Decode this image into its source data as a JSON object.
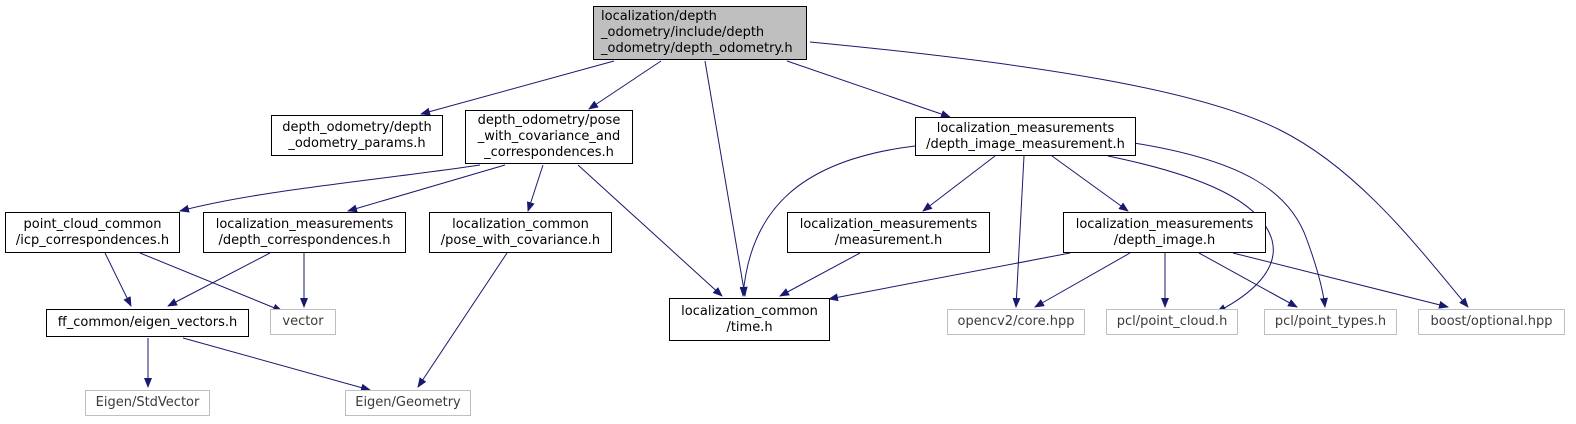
{
  "colors": {
    "edge": "#191970",
    "node_border": "#000000",
    "ext_border": "#bfbfbf",
    "root_fill": "#bfbfbf"
  },
  "nodes": {
    "root": [
      "localization/depth",
      "_odometry/include/depth",
      "_odometry/depth_odometry.h"
    ],
    "params": [
      "depth_odometry/depth",
      "_odometry_params.h"
    ],
    "pwc_corr": [
      "depth_odometry/pose",
      "_with_covariance_and",
      "_correspondences.h"
    ],
    "dim": [
      "localization_measurements",
      "/depth_image_measurement.h"
    ],
    "icp": [
      "point_cloud_common",
      "/icp_correspondences.h"
    ],
    "depth_corr": [
      "localization_measurements",
      "/depth_correspondences.h"
    ],
    "pose_cov": [
      "localization_common",
      "/pose_with_covariance.h"
    ],
    "measurement": [
      "localization_measurements",
      "/measurement.h"
    ],
    "depth_image": [
      "localization_measurements",
      "/depth_image.h"
    ],
    "eigen_vectors": [
      "ff_common/eigen_vectors.h"
    ],
    "vector": [
      "vector"
    ],
    "time": [
      "localization_common",
      "/time.h"
    ],
    "opencv": [
      "opencv2/core.hpp"
    ],
    "point_cloud": [
      "pcl/point_cloud.h"
    ],
    "point_types": [
      "pcl/point_types.h"
    ],
    "boost": [
      "boost/optional.hpp"
    ],
    "stdvector": [
      "Eigen/StdVector"
    ],
    "geometry": [
      "Eigen/Geometry"
    ]
  }
}
